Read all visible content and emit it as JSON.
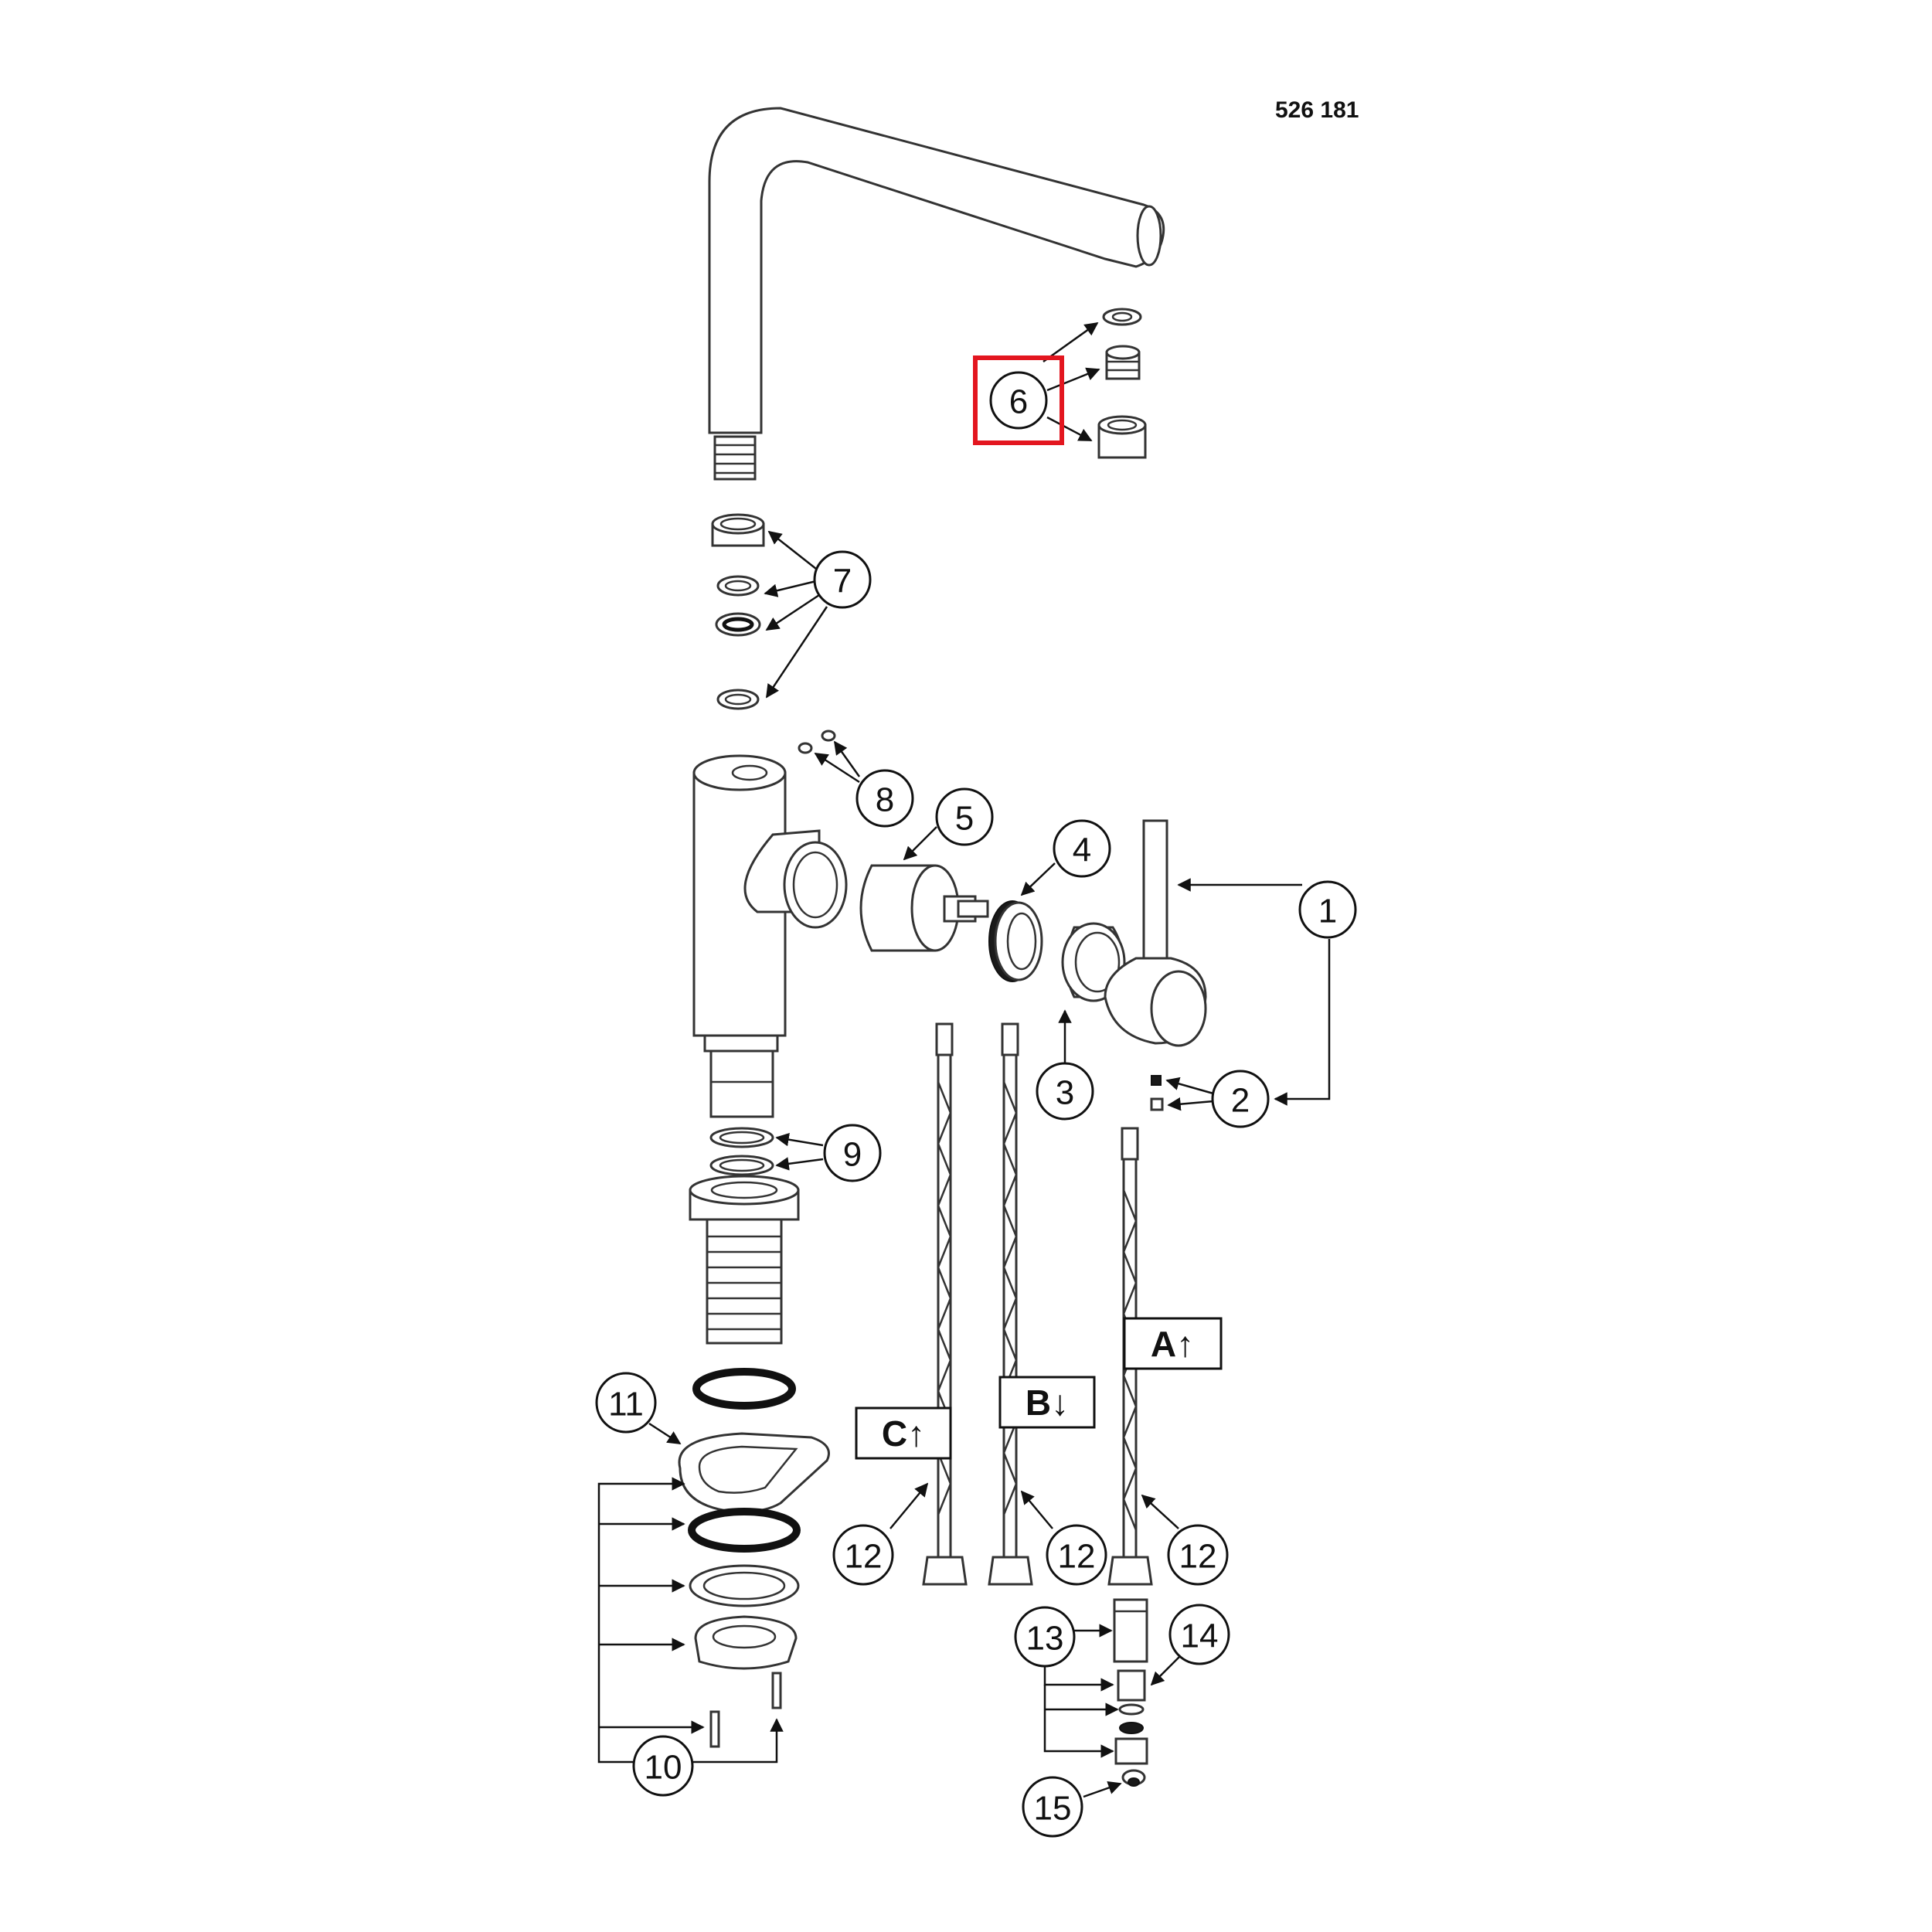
{
  "header": {
    "part_number": "526 181"
  },
  "callouts": [
    {
      "id": "c1",
      "label": "1"
    },
    {
      "id": "c2",
      "label": "2"
    },
    {
      "id": "c3",
      "label": "3"
    },
    {
      "id": "c4",
      "label": "4"
    },
    {
      "id": "c5",
      "label": "5"
    },
    {
      "id": "c6",
      "label": "6"
    },
    {
      "id": "c7",
      "label": "7"
    },
    {
      "id": "c8",
      "label": "8"
    },
    {
      "id": "c9",
      "label": "9"
    },
    {
      "id": "c10",
      "label": "10"
    },
    {
      "id": "c11",
      "label": "11"
    },
    {
      "id": "c12a",
      "label": "12"
    },
    {
      "id": "c12b",
      "label": "12"
    },
    {
      "id": "c12c",
      "label": "12"
    },
    {
      "id": "c13",
      "label": "13"
    },
    {
      "id": "c14",
      "label": "14"
    },
    {
      "id": "c15",
      "label": "15"
    }
  ],
  "flow_labels": {
    "c": "C↑",
    "b": "B↓",
    "a": "A↑"
  },
  "highlight": {
    "target": "6",
    "color": "#e3161f"
  }
}
